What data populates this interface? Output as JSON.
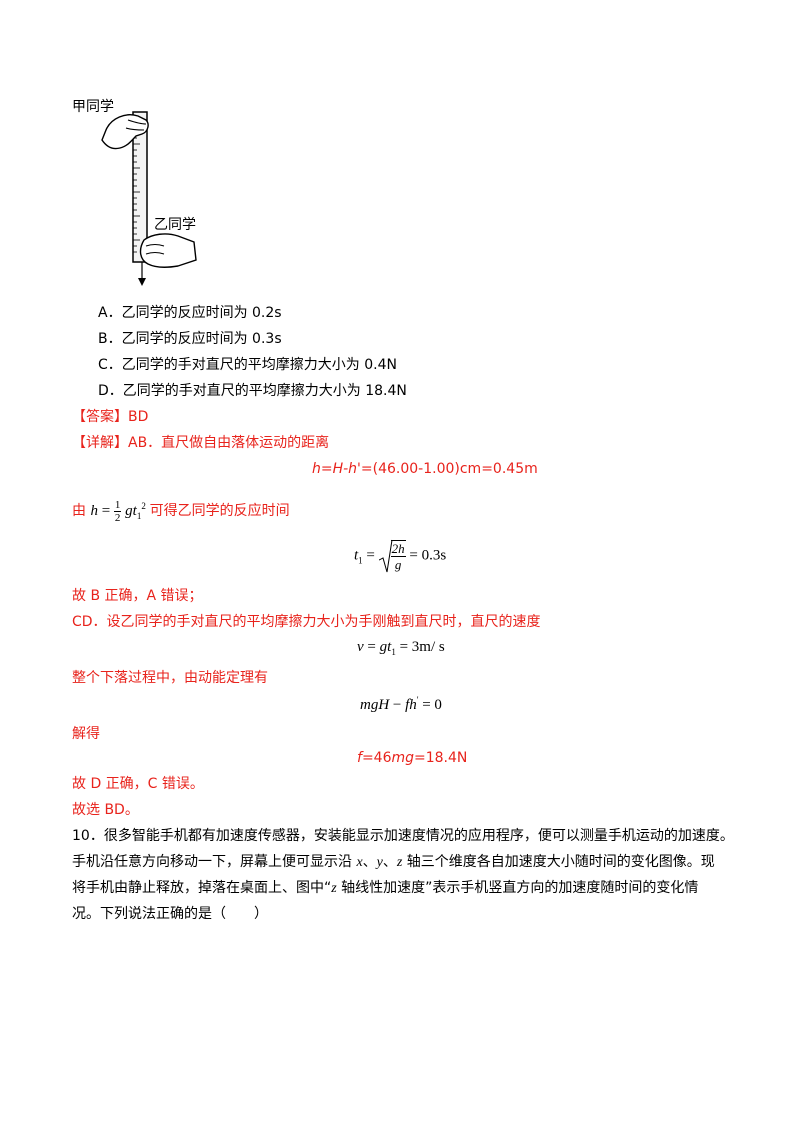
{
  "figure": {
    "label_jia": "甲同学",
    "label_yi": "乙同学"
  },
  "options": [
    {
      "letter": "A．",
      "text": "乙同学的反应时间为 0.2s"
    },
    {
      "letter": "B．",
      "text": "乙同学的反应时间为 0.3s"
    },
    {
      "letter": "C．",
      "text": "乙同学的手对直尺的平均摩擦力大小为 0.4N"
    },
    {
      "letter": "D．",
      "text": "乙同学的手对直尺的平均摩擦力大小为 18.4N"
    }
  ],
  "answer": {
    "tag": "【答案】",
    "value": "BD"
  },
  "detail": {
    "tag": "【详解】",
    "line1": "AB．直尺做自由落体运动的距离",
    "eq1_rest": "=(46.00-1.00)cm=0.45m",
    "by_prefix": "由",
    "by_suffix": "可得乙同学的反应时间",
    "eq2_result": "= 0.3s",
    "conclusion1": "故 B 正确，A 错误；",
    "line_cd": "CD．设乙同学的手对直尺的平均摩擦力大小为手刚触到直尺时，直尺的速度",
    "eq3_result": "= 3m/ s",
    "line_energy": "整个下落过程中，由动能定理有",
    "eq4_result": "= 0",
    "solve": "解得",
    "eq5_rest": "=18.4N",
    "conclusion2": "故 D 正确，C 错误。",
    "choose": "故选  BD。"
  },
  "question10": {
    "number": "10．",
    "line1": "很多智能手机都有加速度传感器，安装能显示加速度情况的应用程序，便可以测量手机运动的加速度。",
    "line2a": "手机沿任意方向移动一下，屏幕上便可显示沿 ",
    "line2b": "轴三个维度各自加速度大小随时间的变化图像。现",
    "line3a": "将手机由静止释放，掉落在桌面上、图中“",
    "line3b": " 轴线性加速度”表示手机竖直方向的加速度随时间的变化情",
    "line4": "况。下列说法正确的是（　　）"
  }
}
